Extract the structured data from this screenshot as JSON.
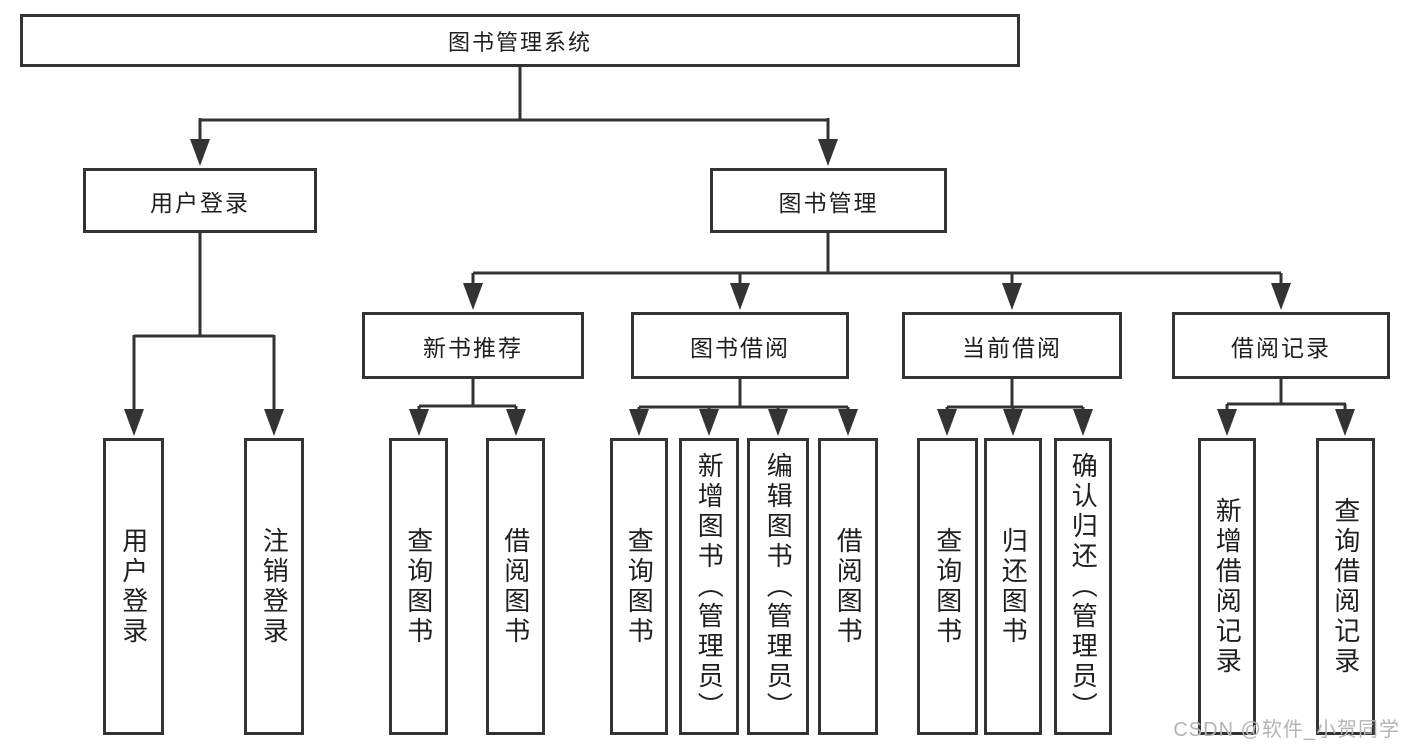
{
  "nodes": {
    "root": "图书管理系统",
    "level2": [
      "用户登录",
      "图书管理"
    ],
    "level3": [
      "新书推荐",
      "图书借阅",
      "当前借阅",
      "借阅记录"
    ],
    "user_login_children": [
      "用户登录",
      "注销登录"
    ],
    "recommend_children": [
      "查询图书",
      "借阅图书"
    ],
    "borrow_children": [
      "查询图书",
      "新增图书（管理员）",
      "编辑图书（管理员）",
      "借阅图书"
    ],
    "current_children": [
      "查询图书",
      "归还图书",
      "确认归还（管理员）"
    ],
    "records_children": [
      "新增借阅记录",
      "查询借阅记录"
    ]
  },
  "watermark": "CSDN @软件_小贺同学",
  "colors": {
    "line": "#333333",
    "text": "#1f1f1f",
    "background": "#ffffff",
    "watermark": "#b4b4b4"
  }
}
